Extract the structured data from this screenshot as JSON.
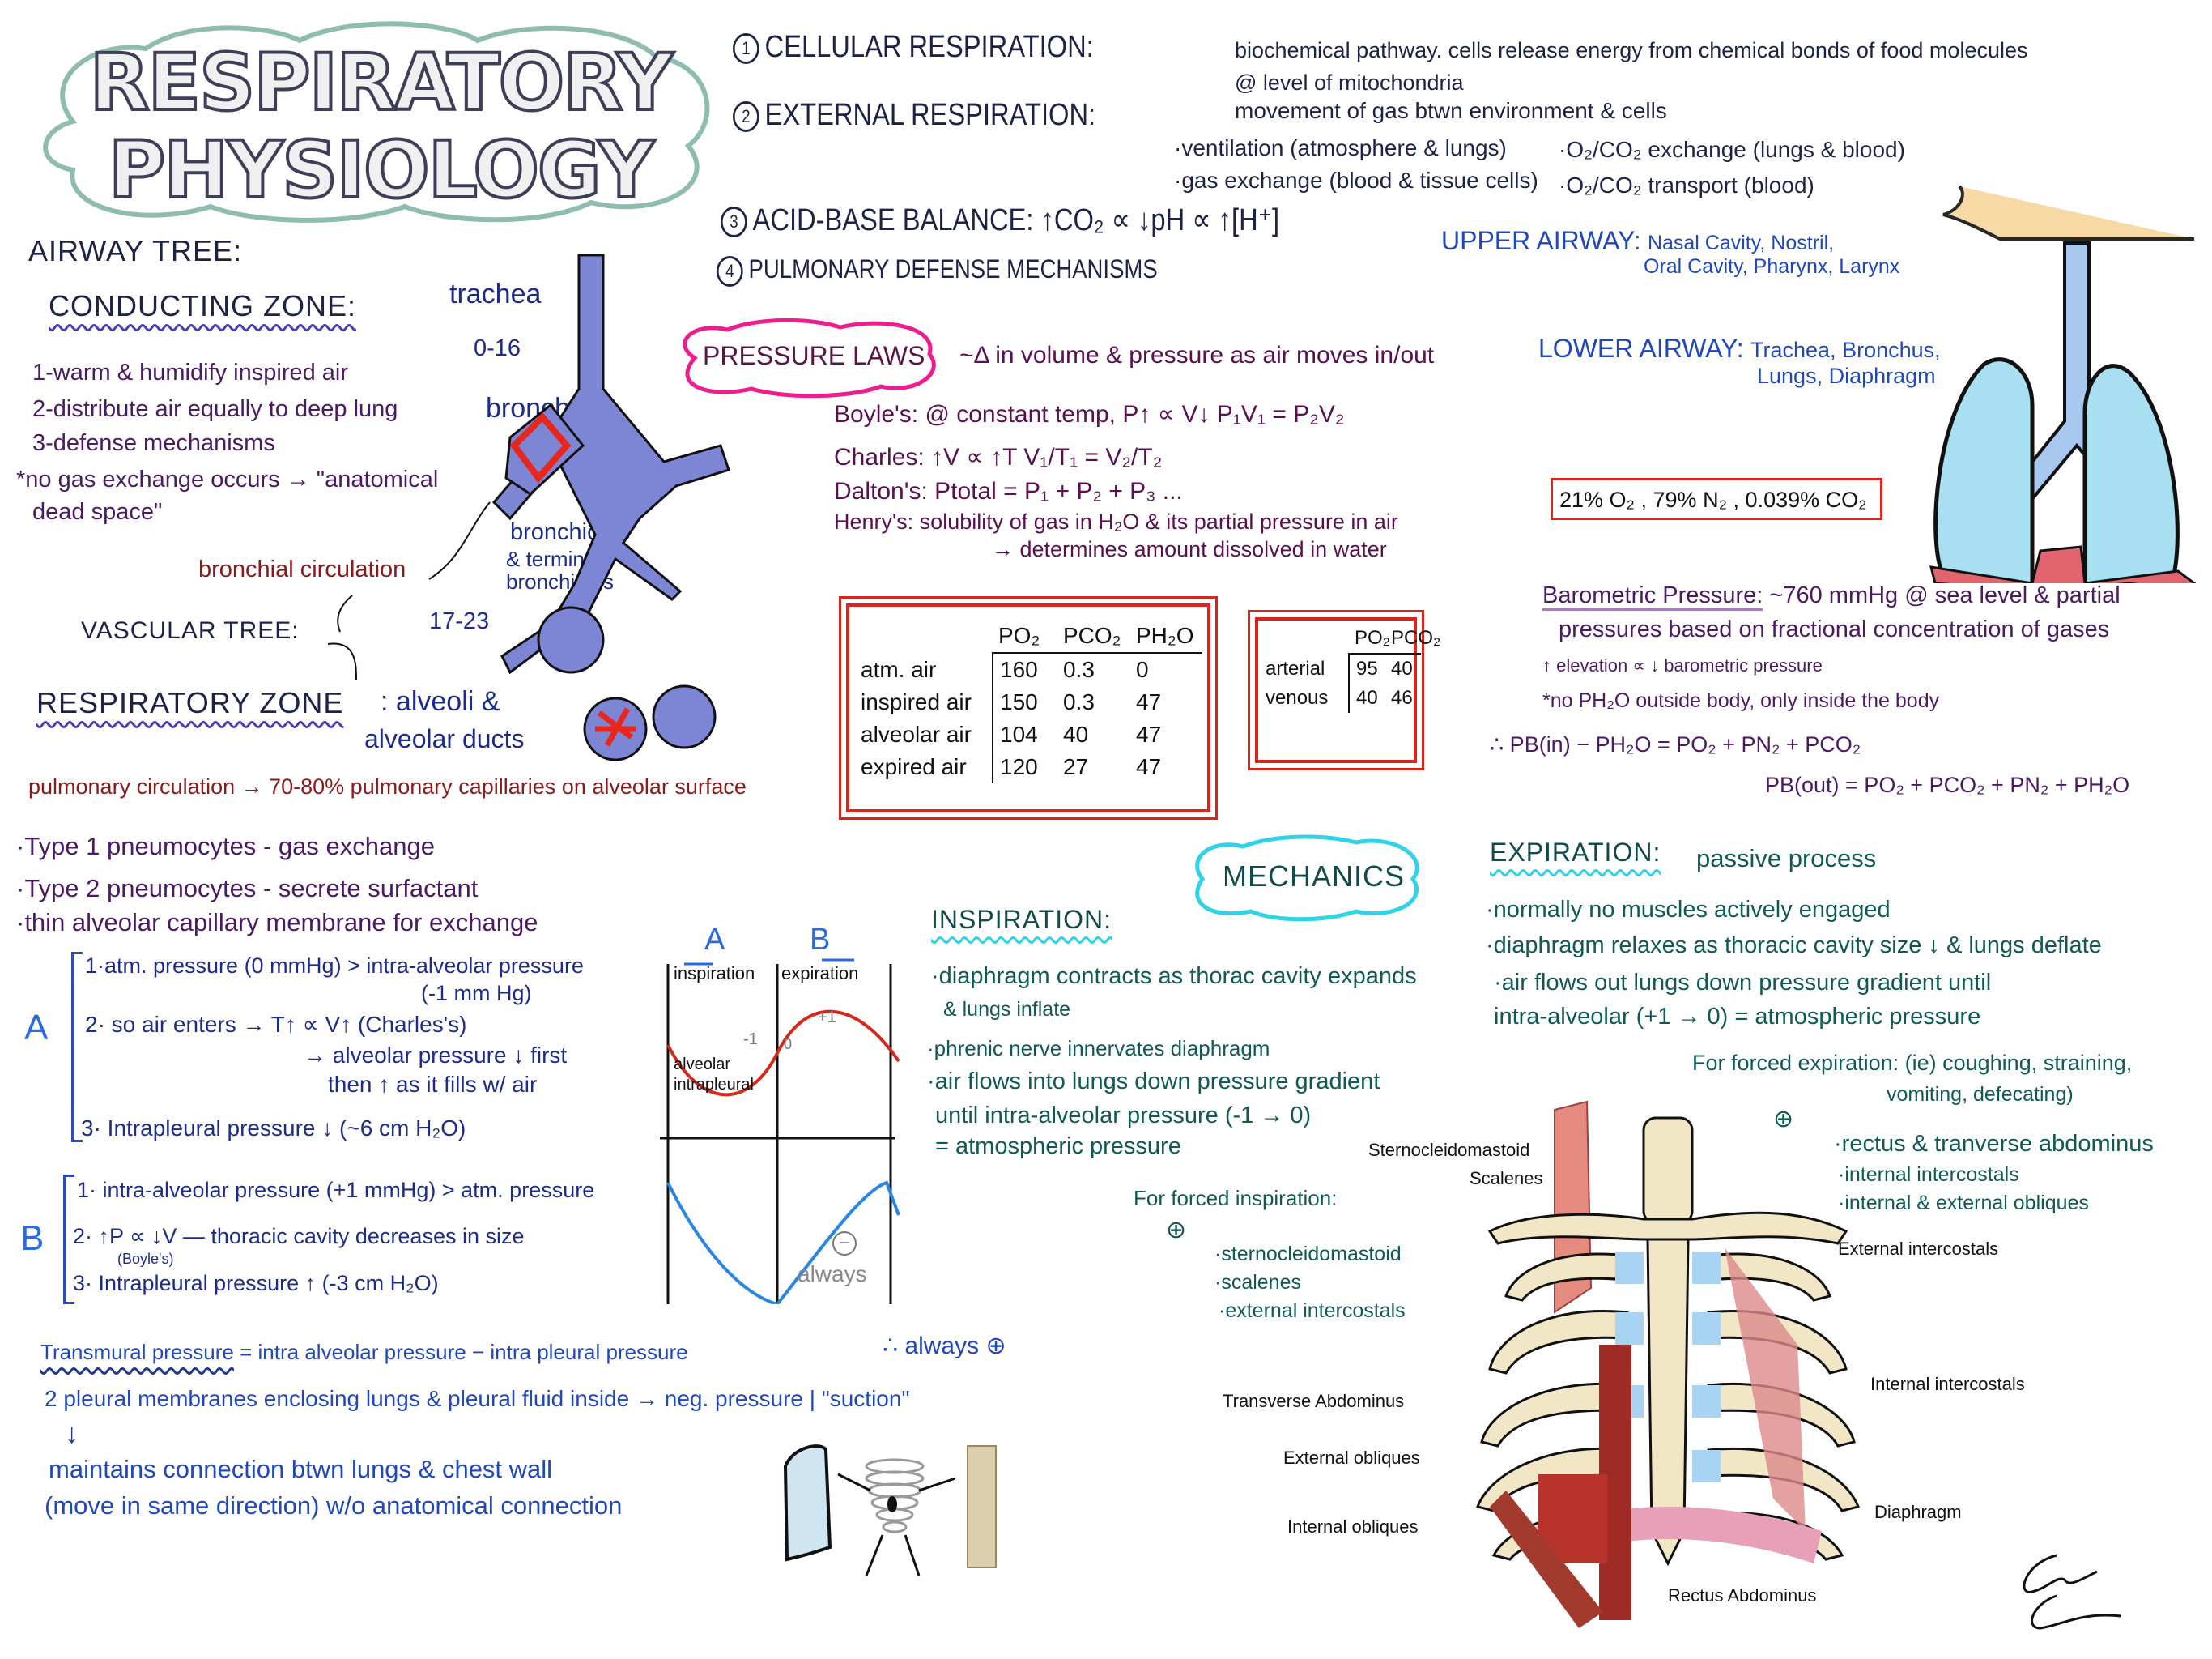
{
  "title": {
    "line1": "RESPIRATORY",
    "line2": "PHYSIOLOGY"
  },
  "functions": [
    {
      "num": "1",
      "heading": "CELLULAR RESPIRATION:",
      "text": "biochemical pathway. cells release energy from chemical bonds of food molecules",
      "text2": "@ level of mitochondria"
    },
    {
      "num": "2",
      "heading": "EXTERNAL RESPIRATION:",
      "text": "movement of gas btwn environment & cells",
      "bullets": [
        "·ventilation (atmosphere & lungs)",
        "·O₂/CO₂ exchange (lungs & blood)",
        "·gas exchange (blood & tissue cells)",
        "·O₂/CO₂ transport (blood)"
      ]
    },
    {
      "num": "3",
      "heading": "ACID-BASE BALANCE: ↑CO₂ ∝ ↓pH ∝ ↑[H⁺]"
    },
    {
      "num": "4",
      "heading": "PULMONARY DEFENSE MECHANISMS"
    }
  ],
  "airway": {
    "heading": "AIRWAY TREE:",
    "conducting": "CONDUCTING ZONE:",
    "conducting_items": [
      "1-warm & humidify inspired air",
      "2-distribute air equally to deep lung",
      "3-defense mechanisms"
    ],
    "note1": "*no gas exchange occurs → \"anatomical",
    "note2": "dead space\"",
    "labels": {
      "trachea": "trachea",
      "gen1": "0-16",
      "bronchi": "bronchi",
      "bronchioles": "bronchioles",
      "terminal1": "& terminal",
      "terminal2": "bronchioles",
      "gen2": "17-23",
      "alveoli": "alveoli &",
      "ducts": "alveolar ducts"
    },
    "bronchial_circ": "bronchial circulation",
    "vascular": "VASCULAR TREE:",
    "respiratory": "RESPIRATORY ZONE",
    "pulmonary_circ": "pulmonary circulation → 70-80% pulmonary capillaries on alveolar surface"
  },
  "upper_airway": {
    "label": "UPPER AIRWAY:",
    "line1": "Nasal Cavity, Nostril,",
    "line2": "Oral Cavity, Pharynx, Larynx"
  },
  "lower_airway": {
    "label": "LOWER AIRWAY:",
    "line1": "Trachea, Bronchus,",
    "line2": "Lungs, Diaphragm"
  },
  "pressure_laws": {
    "label": "PRESSURE LAWS",
    "desc": "~Δ in volume & pressure as air moves in/out",
    "boyle": "Boyle's: @ constant temp, P↑ ∝ V↓   P₁V₁ = P₂V₂",
    "charles": "Charles: ↑V ∝ ↑T   V₁/T₁ = V₂/T₂",
    "dalton": "Dalton's: Ptotal = P₁ + P₂ + P₃ ...",
    "henry": "Henry's: solubility of gas in H₂O & its partial pressure in air",
    "henry2": "→ determines amount dissolved in water"
  },
  "air_composition": "21% O₂ , 79% N₂ , 0.039% CO₂",
  "gas_table": {
    "headers": [
      "PO₂",
      "PCO₂",
      "PH₂O"
    ],
    "rows": [
      {
        "label": "atm. air",
        "values": [
          "160",
          "0.3",
          "0"
        ]
      },
      {
        "label": "inspired air",
        "values": [
          "150",
          "0.3",
          "47"
        ]
      },
      {
        "label": "alveolar air",
        "values": [
          "104",
          "40",
          "47"
        ]
      },
      {
        "label": "expired air",
        "values": [
          "120",
          "27",
          "47"
        ]
      }
    ]
  },
  "blood_table": {
    "headers": [
      "PO₂",
      "PCO₂"
    ],
    "rows": [
      {
        "label": "arterial",
        "values": [
          "95",
          "40"
        ]
      },
      {
        "label": "venous",
        "values": [
          "40",
          "46"
        ]
      }
    ]
  },
  "barometric": {
    "label": "Barometric Pressure:",
    "text": "~760 mmHg @ sea level & partial",
    "text2": "pressures based on fractional concentration of gases",
    "note1": "↑ elevation ∝ ↓ barometric pressure",
    "note2": "*no PH₂O outside body, only inside the body",
    "eq1": "∴ PB(in) − PH₂O = PO₂ + PN₂ + PCO₂",
    "eq2": "PB(out) = PO₂ + PCO₂ + PN₂ + PH₂O"
  },
  "pneumocytes": [
    "·Type 1 pneumocytes - gas exchange",
    "·Type 2 pneumocytes - secrete surfactant",
    "·thin alveolar capillary membrane for exchange"
  ],
  "phase_a": {
    "label": "A",
    "items": [
      "1·atm. pressure (0 mmHg) > intra-alveolar pressure",
      "(-1 mm Hg)",
      "2· so air enters → T↑ ∝ V↑ (Charles's)",
      "→ alveolar pressure ↓ first",
      "then ↑ as it fills w/ air",
      "3· Intrapleural pressure ↓ (~6 cm H₂O)"
    ]
  },
  "phase_b": {
    "label": "B",
    "items": [
      "1· intra-alveolar pressure (+1 mmHg) > atm. pressure",
      "2· ↑P ∝ ↓V   — thoracic cavity decreases in size",
      "(Boyle's)",
      "3· Intrapleural pressure ↑ (-3 cm H₂O)"
    ]
  },
  "graph": {
    "col_a": "A",
    "col_b": "B",
    "insp": "inspiration",
    "exp": "expiration",
    "alveolar": "alveolar",
    "intrapleural": "intrapleural",
    "plus1": "+1",
    "zero": "0",
    "minus1": "-1",
    "neg": "−",
    "always": "always"
  },
  "transmural": {
    "label": "Transmural pressure",
    "eq": "= intra alveolar pressure − intra pleural pressure",
    "always": "∴ always ⊕",
    "line2": "2 pleural membranes enclosing lungs & pleural fluid inside → neg. pressure | \"suction\"",
    "arrow": "↓",
    "line3": "maintains connection btwn lungs & chest wall",
    "line4": "(move in same direction) w/o anatomical connection"
  },
  "mechanics": {
    "label": "MECHANICS",
    "inspiration": "INSPIRATION:",
    "insp_items": [
      "·diaphragm contracts as thorac cavity expands",
      "& lungs inflate",
      "·phrenic nerve innervates diaphragm",
      "·air flows into lungs down pressure gradient",
      "until intra-alveolar pressure (-1 → 0)",
      "= atmospheric pressure"
    ],
    "forced_insp": "For forced inspiration:",
    "plus": "⊕",
    "forced_insp_items": [
      "·sternocleidomastoid",
      "·scalenes",
      "·external intercostals"
    ],
    "expiration": "EXPIRATION:",
    "exp_desc": "passive process",
    "exp_items": [
      "·normally no muscles actively engaged",
      "·diaphragm relaxes as thoracic cavity size ↓ & lungs deflate",
      "·air flows out lungs down pressure gradient until",
      "intra-alveolar (+1 → 0) = atmospheric pressure"
    ],
    "forced_exp": "For forced expiration: (ie) coughing, straining,",
    "forced_exp2": "vomiting, defecating)",
    "forced_exp_items": [
      "·rectus & tranverse abdominus",
      "·internal intercostals",
      "·internal & external obliques"
    ]
  },
  "anatomy_labels": {
    "scm": "Sternocleidomastoid",
    "scalenes": "Scalenes",
    "ext_ic": "External intercostals",
    "int_ic": "Internal intercostals",
    "trans": "Transverse Abdominus",
    "ext_obl": "External obliques",
    "int_obl": "Internal obliques",
    "rectus": "Rectus Abdominus",
    "diaphragm": "Diaphragm"
  },
  "colors": {
    "airway": "#7c86d4",
    "capillary": "#e8261c",
    "lung": "#a8e0f2",
    "diaphragm": "#e2646e",
    "pink_cloud": "#ec1d8c",
    "cyan_cloud": "#2fd2e6",
    "red_box": "#d8261f"
  }
}
